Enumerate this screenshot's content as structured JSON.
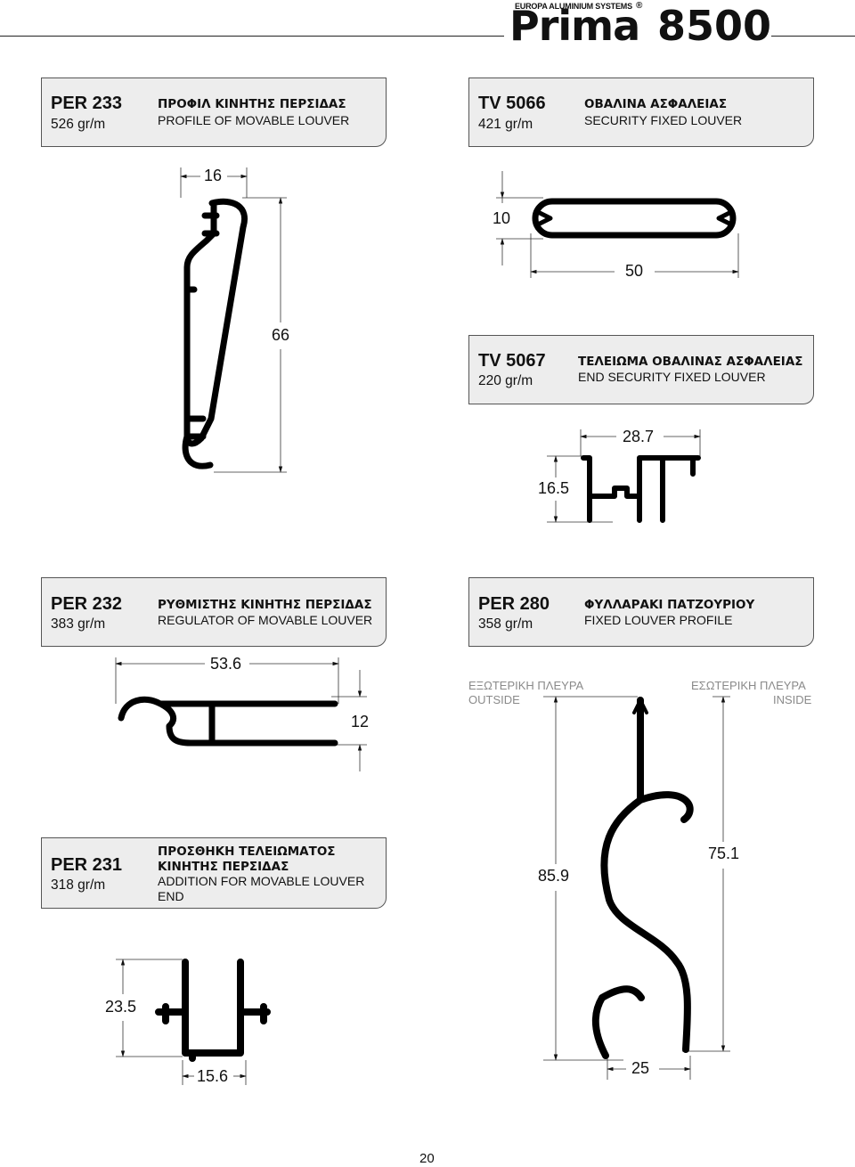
{
  "header": {
    "brand_small": "EUROPA ALUMINIUM SYSTEMS",
    "brand_name": "Prima",
    "registered": "®",
    "series": "8500"
  },
  "products": {
    "per233": {
      "code": "PER 233",
      "weight": "526 gr/m",
      "name_gr": "ΠΡΟΦΙΛ ΚΙΝΗΤΗΣ ΠΕΡΣΙΔΑΣ",
      "name_en": "PROFILE OF MOVABLE LOUVER"
    },
    "tv5066": {
      "code": "TV 5066",
      "weight": "421 gr/m",
      "name_gr": "ΟΒΑΛΙΝΑ ΑΣΦΑΛΕΙΑΣ",
      "name_en": "SECURITY FIXED LOUVER"
    },
    "tv5067": {
      "code": "TV 5067",
      "weight": "220 gr/m",
      "name_gr": "ΤΕΛΕΙΩΜΑ ΟΒΑΛΙΝΑΣ ΑΣΦΑΛΕΙΑΣ",
      "name_en": "END SECURITY FIXED LOUVER"
    },
    "per232": {
      "code": "PER 232",
      "weight": "383 gr/m",
      "name_gr": "ΡΥΘΜΙΣΤΗΣ ΚΙΝΗΤΗΣ ΠΕΡΣΙΔΑΣ",
      "name_en": "REGULATOR OF MOVABLE LOUVER"
    },
    "per280": {
      "code": "PER 280",
      "weight": "358 gr/m",
      "name_gr": "ΦΥΛΛΑΡΑΚΙ ΠΑΤΖΟΥΡΙΟΥ",
      "name_en": "FIXED LOUVER PROFILE"
    },
    "per231": {
      "code": "PER 231",
      "weight": "318 gr/m",
      "name_gr_1": "ΠΡΟΣΘΗΚΗ ΤΕΛΕΙΩΜΑΤΟΣ",
      "name_gr_2": "ΚΙΝΗΤΗΣ ΠΕΡΣΙΔΑΣ",
      "name_en_1": "ADDITION FOR MOVABLE LOUVER",
      "name_en_2": "END"
    }
  },
  "dimensions": {
    "per233_width": "16",
    "per233_height": "66",
    "tv5066_height": "10",
    "tv5066_width": "50",
    "tv5067_width": "28.7",
    "tv5067_height": "16.5",
    "per232_width": "53.6",
    "per232_height": "12",
    "per280_height_outside": "85.9",
    "per280_height_inside": "75.1",
    "per280_width": "25",
    "per231_height": "23.5",
    "per231_width": "15.6"
  },
  "sides": {
    "outside_gr": "ΕΞΩΤΕΡΙΚΗ ΠΛΕΥΡΑ",
    "outside_en": "OUTSIDE",
    "inside_gr": "ΕΣΩΤΕΡΙΚΗ ΠΛΕΥΡΑ",
    "inside_en": "INSIDE"
  },
  "page_number": "20"
}
